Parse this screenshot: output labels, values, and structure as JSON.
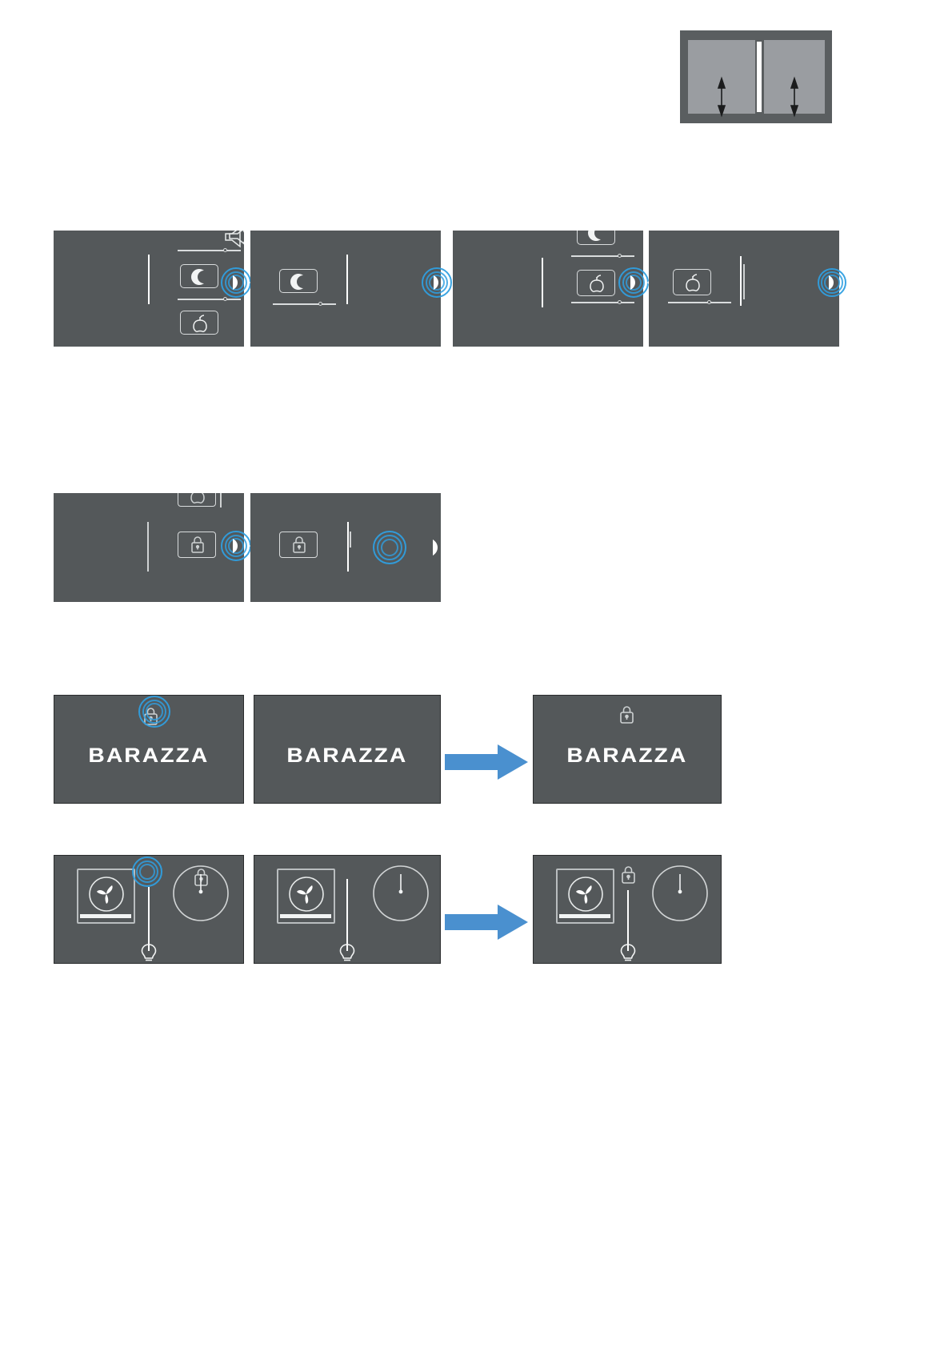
{
  "document": {
    "background_color": "#ffffff",
    "panel_color": "#54585a",
    "accent_color": "#2f9fe0",
    "line_color": "#d9dcdd",
    "arrow_color": "#4a90cf",
    "schematic_pane_color": "#9a9da1",
    "schematic_frame_color": "#5a5e60"
  },
  "schematic": {
    "name": "two-pane-hood-diagram",
    "panes": [
      {
        "id": "left-pane",
        "arrow": "vertical-double-arrow"
      },
      {
        "id": "right-pane",
        "arrow": "vertical-double-arrow"
      }
    ]
  },
  "rows": [
    {
      "id": "row-1-display-navigation",
      "panels": [
        {
          "id": "panel-1-1",
          "icons": [
            "speaker-volume-icon",
            "moon-icon",
            "apple-icon"
          ],
          "sliders": [
            {
              "name": "volume-slider",
              "value_pct": 72
            },
            {
              "name": "brightness-slider",
              "value_pct": 72
            }
          ],
          "gesture": {
            "type": "swipe-right",
            "label": "swipe-right-gesture"
          }
        },
        {
          "id": "panel-1-2",
          "icons": [
            "moon-icon"
          ],
          "sliders": [
            {
              "name": "brightness-slider",
              "value_pct": 72
            }
          ],
          "gesture": {
            "type": "swipe-right",
            "label": "swipe-right-gesture"
          }
        },
        {
          "id": "panel-1-3",
          "icons": [
            "moon-icon",
            "apple-icon"
          ],
          "sliders": [
            {
              "name": "brightness-slider",
              "value_pct": 74
            },
            {
              "name": "aroma-slider",
              "value_pct": 74
            }
          ],
          "gesture": {
            "type": "swipe-right",
            "label": "swipe-right-gesture"
          }
        },
        {
          "id": "panel-1-4",
          "icons": [
            "apple-icon"
          ],
          "sliders": [
            {
              "name": "aroma-slider",
              "value_pct": 62
            }
          ],
          "gesture": {
            "type": "swipe-right",
            "label": "swipe-right-gesture"
          }
        }
      ]
    },
    {
      "id": "row-2-lock-navigation",
      "panels": [
        {
          "id": "panel-2-1",
          "icons": [
            "apple-icon",
            "lock-icon"
          ],
          "gesture": {
            "type": "swipe-right",
            "label": "swipe-right-gesture"
          }
        },
        {
          "id": "panel-2-2",
          "icons": [
            "lock-icon"
          ],
          "gesture": {
            "type": "tap-hold",
            "label": "press-and-hold-gesture"
          }
        }
      ]
    },
    {
      "id": "row-3-lock-splash",
      "panels": [
        {
          "id": "panel-3-1",
          "logo": "BARAZZA",
          "icons": [
            "lock-icon"
          ],
          "gesture": {
            "type": "tap",
            "label": "tap-lock-gesture"
          }
        },
        {
          "id": "panel-3-2",
          "logo": "BARAZZA",
          "icons": []
        },
        {
          "id": "panel-3-3",
          "logo": "BARAZZA",
          "icons": [
            "lock-icon"
          ]
        }
      ],
      "transition": {
        "type": "process-arrow",
        "direction": "right"
      }
    },
    {
      "id": "row-4-hood-controls",
      "panels": [
        {
          "id": "panel-4-1",
          "icons": [
            "fan-icon",
            "lock-icon",
            "timer-dial-icon",
            "lightbulb-icon"
          ],
          "gesture": {
            "type": "tap",
            "label": "tap-lock-gesture"
          }
        },
        {
          "id": "panel-4-2",
          "icons": [
            "fan-icon",
            "timer-dial-icon",
            "lightbulb-icon"
          ]
        },
        {
          "id": "panel-4-3",
          "icons": [
            "fan-icon",
            "lock-icon",
            "timer-dial-icon",
            "lightbulb-icon"
          ]
        }
      ],
      "transition": {
        "type": "process-arrow",
        "direction": "right"
      }
    }
  ]
}
